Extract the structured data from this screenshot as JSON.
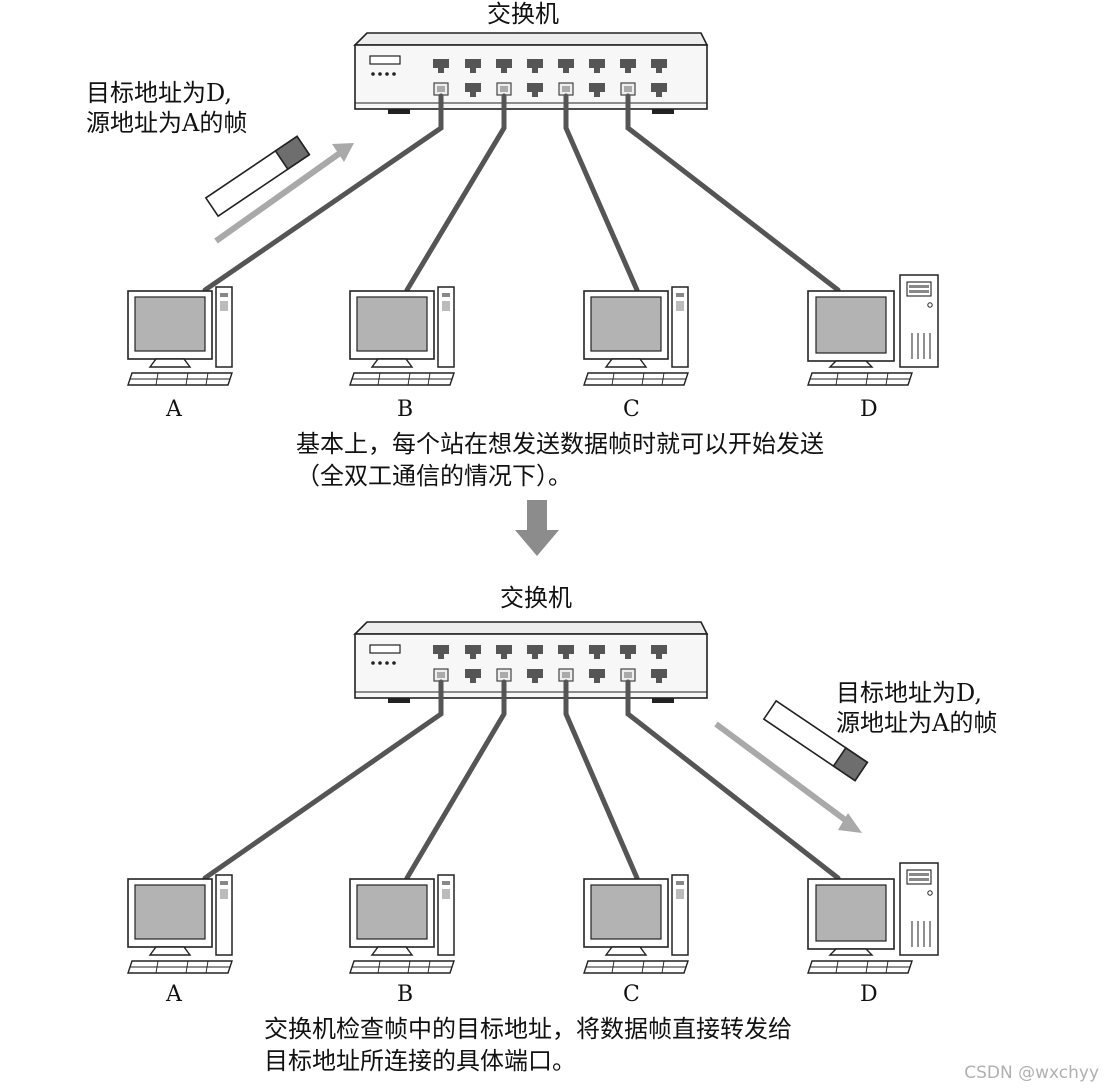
{
  "top_panel": {
    "switch_title": "交换机",
    "frame_note_line1": "目标地址为D,",
    "frame_note_line2": "源地址为A的帧",
    "computers": [
      "A",
      "B",
      "C",
      "D"
    ],
    "caption_line1": "基本上，每个站在想发送数据帧时就可以开始发送",
    "caption_line2": "（全双工通信的情况下）。"
  },
  "bottom_panel": {
    "switch_title": "交换机",
    "frame_note_line1": "目标地址为D,",
    "frame_note_line2": "源地址为A的帧",
    "computers": [
      "A",
      "B",
      "C",
      "D"
    ],
    "caption_line1": "交换机检查帧中的目标地址，将数据帧直接转发给",
    "caption_line2": "目标地址所连接的具体端口。"
  },
  "watermark": "CSDN @wxchyy",
  "colors": {
    "cable": "#555555",
    "arrow": "#a9a9a9",
    "screen": "#b3b3b3",
    "frame_tail": "#6e6e6e"
  }
}
